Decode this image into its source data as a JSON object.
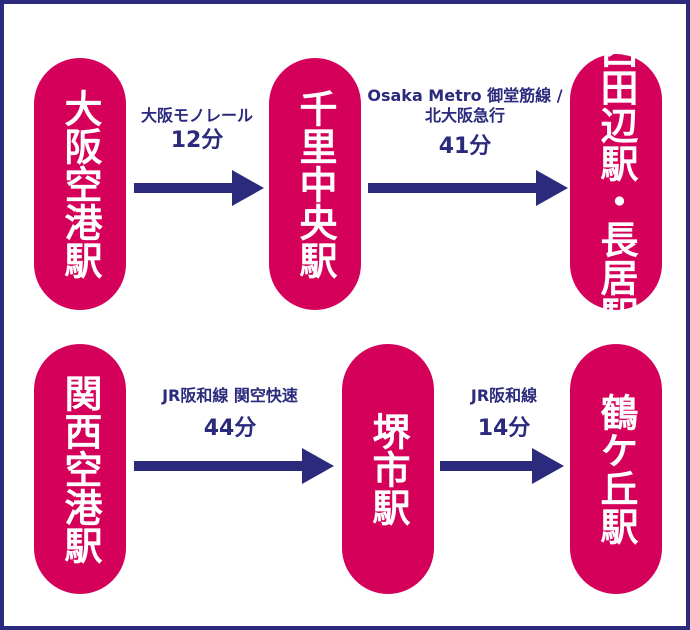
{
  "colors": {
    "navy": "#2b2a7c",
    "magenta": "#d4005a",
    "background": "#ffffff"
  },
  "row1": {
    "stations": [
      "大阪空港駅",
      "千里中央駅",
      "西田辺駅・長居駅"
    ],
    "legs": [
      {
        "line": "大阪モノレール",
        "line2": "",
        "time": "12分"
      },
      {
        "line": "Osaka Metro 御堂筋線 /",
        "line2": "北大阪急行",
        "time": "41分"
      }
    ]
  },
  "row2": {
    "stations": [
      "関西空港駅",
      "堺市駅",
      "鶴ケ丘駅"
    ],
    "legs": [
      {
        "line": "JR阪和線 関空快速",
        "line2": "",
        "time": "44分"
      },
      {
        "line": "JR阪和線",
        "line2": "",
        "time": "14分"
      }
    ]
  }
}
